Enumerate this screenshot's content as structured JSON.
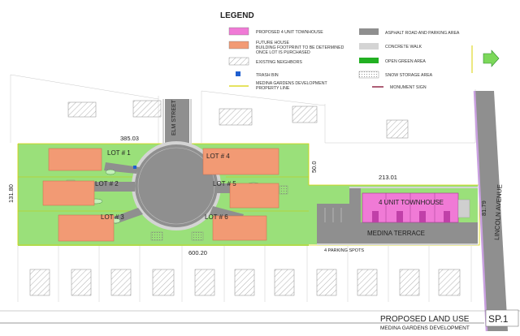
{
  "legend": {
    "title": "LEGEND",
    "items": {
      "townhouse": "PROPOSED 4 UNIT TOWNHOUSE",
      "future_house_1": "FUTURE HOUSE",
      "future_house_2": "BUILDING FOOTPRINT TO BE  DETERMINED",
      "future_house_3": "ONCE LOT IS PURCHASED",
      "existing_neighbors": "EXISTING NEIGHBORS",
      "trash_bin": "TRASH BIN",
      "property_line_1": "MEDINA GARDENS DEVELOPMENT",
      "property_line_2": "PROPERTY LINE",
      "asphalt": "ASPHALT ROAD AND PARKING AREA",
      "concrete": "CONCRETE WALK",
      "open_green": "OPEN GREEN AREA",
      "snow_storage": "SNOW STORAGE AREA",
      "monument": "MONUMENT SIGN"
    }
  },
  "streets": {
    "elm": "ELM STREET",
    "lincoln": "LINCOLN AVENUE",
    "medina": "MEDINA  TERRACE"
  },
  "lots": [
    "LOT # 1",
    "LOT # 2",
    "LOT # 3",
    "LOT # 4",
    "LOT # 5",
    "LOT # 6"
  ],
  "townhouse_label": "4 UNIT TOWNHOUSE",
  "dimensions": {
    "top_left": "385.03",
    "left_side": "131.80",
    "bottom": "600.20",
    "middle_right": "50.0",
    "top_right": "213.01",
    "right_side": "81.79"
  },
  "parking": "4 PARKING SPOTS",
  "title_block": {
    "title": "PROPOSED  LAND USE",
    "subtitle": "MEDINA GARDENS DEVELOPMENT",
    "sheet": "SP.1"
  },
  "colors": {
    "green": "#9ae07a",
    "asphalt": "#8f8f8f",
    "concrete": "#d4d4d4",
    "townhouse": "#f07ad6",
    "future_house": "#f29a74",
    "neighbor_hatch": "#9a9a9a",
    "property_line": "#d8d200",
    "trash_bin": "#1f5fd0",
    "monument": "#8b1a3a"
  }
}
